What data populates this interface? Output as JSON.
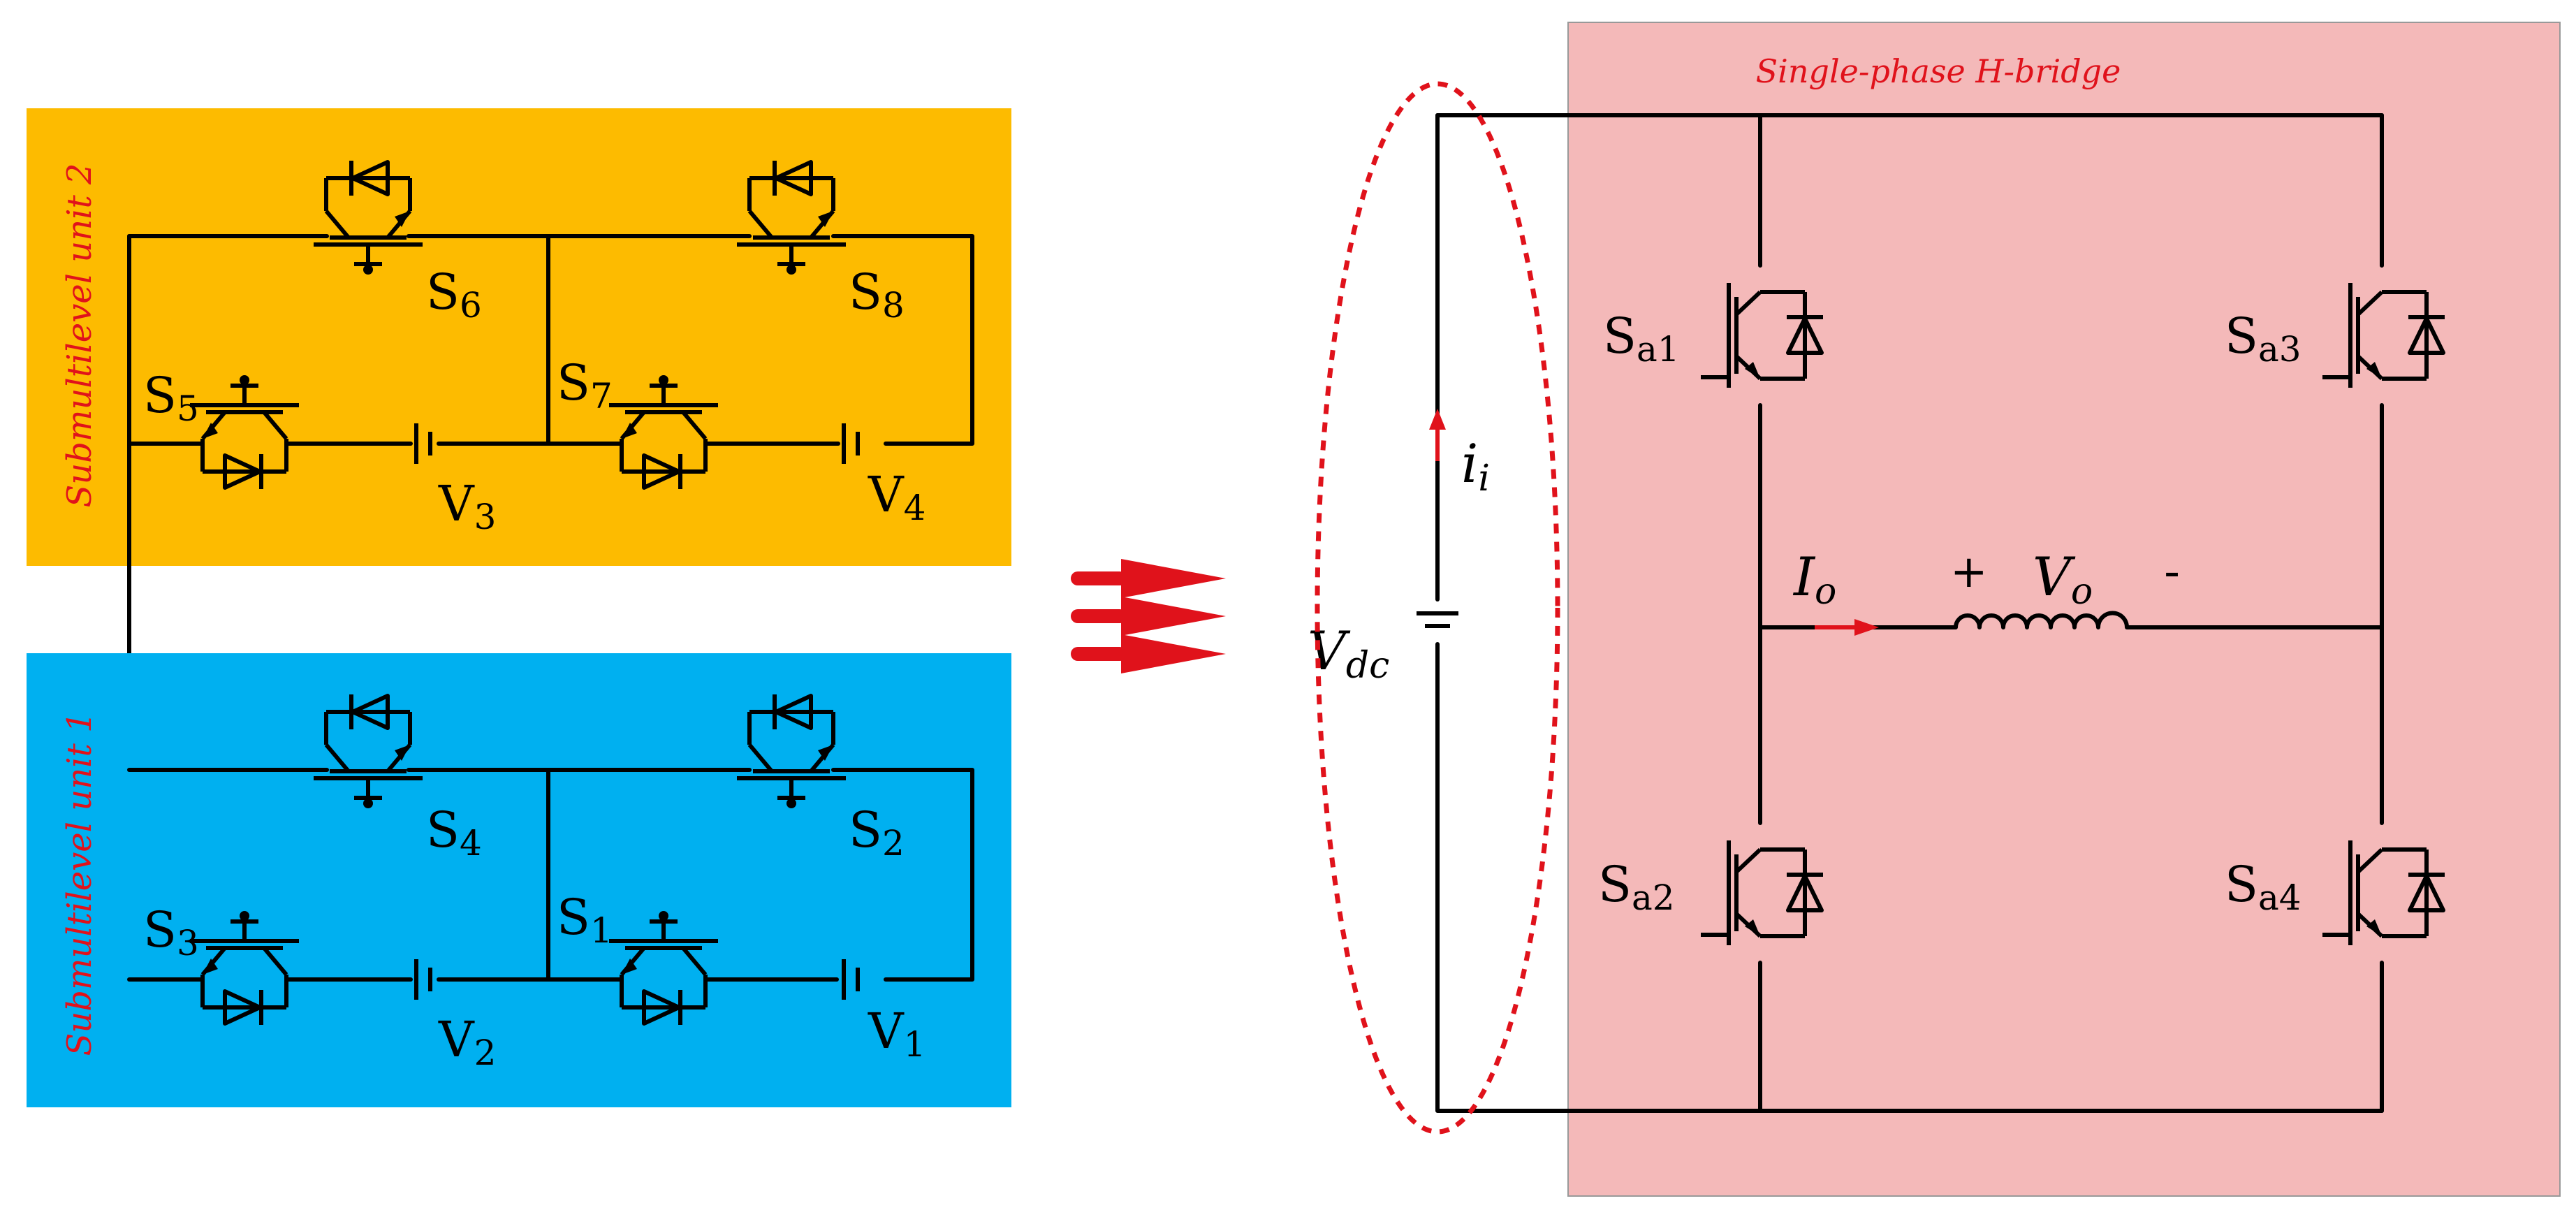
{
  "colors": {
    "unit2_fill": "#fdbb00",
    "unit1_fill": "#00b0f0",
    "hbridge_fill": "#f4b9b9",
    "accent_red": "#e0121b",
    "wire": "#000000"
  },
  "unit2": {
    "title": "Submultilevel unit 2",
    "s5": "S",
    "s5_sub": "5",
    "s6": "S",
    "s6_sub": "6",
    "s7": "S",
    "s7_sub": "7",
    "s8": "S",
    "s8_sub": "8",
    "v3": "V",
    "v3_sub": "3",
    "v4": "V",
    "v4_sub": "4"
  },
  "unit1": {
    "title": "Submultilevel unit 1",
    "s1": "S",
    "s1_sub": "1",
    "s2": "S",
    "s2_sub": "2",
    "s3": "S",
    "s3_sub": "3",
    "s4": "S",
    "s4_sub": "4",
    "v1": "V",
    "v1_sub": "1",
    "v2": "V",
    "v2_sub": "2"
  },
  "source": {
    "current": "i",
    "current_sub": "i",
    "voltage": "V",
    "voltage_sub": "dc"
  },
  "hbridge": {
    "title": "Single-phase H-bridge",
    "sa1": "S",
    "sa1_sub": "a1",
    "sa2": "S",
    "sa2_sub": "a2",
    "sa3": "S",
    "sa3_sub": "a3",
    "sa4": "S",
    "sa4_sub": "a4",
    "io": "I",
    "io_sub": "o",
    "vo": "V",
    "vo_sub": "o",
    "plus": "+",
    "minus": "-"
  }
}
